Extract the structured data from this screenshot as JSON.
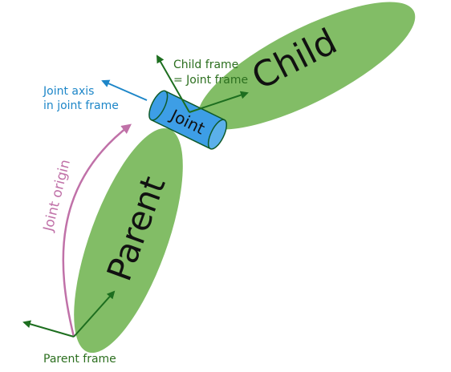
{
  "labels": {
    "child": "Child",
    "parent": "Parent",
    "joint": "Joint",
    "child_frame_line1": "Child frame",
    "child_frame_line2": "= Joint frame",
    "joint_axis_line1": "Joint axis",
    "joint_axis_line2": "in joint frame",
    "joint_origin": "Joint origin",
    "parent_frame": "Parent frame"
  },
  "colors": {
    "link_fill": "#82bd66",
    "joint_fill": "#3d9ee6",
    "joint_stroke": "#0f5a2a",
    "frame_arrows": "#1d6e1f",
    "joint_axis": "#1d86c8",
    "joint_origin": "#c071a8",
    "label_green": "#2c6f1f",
    "label_black": "#111111"
  }
}
